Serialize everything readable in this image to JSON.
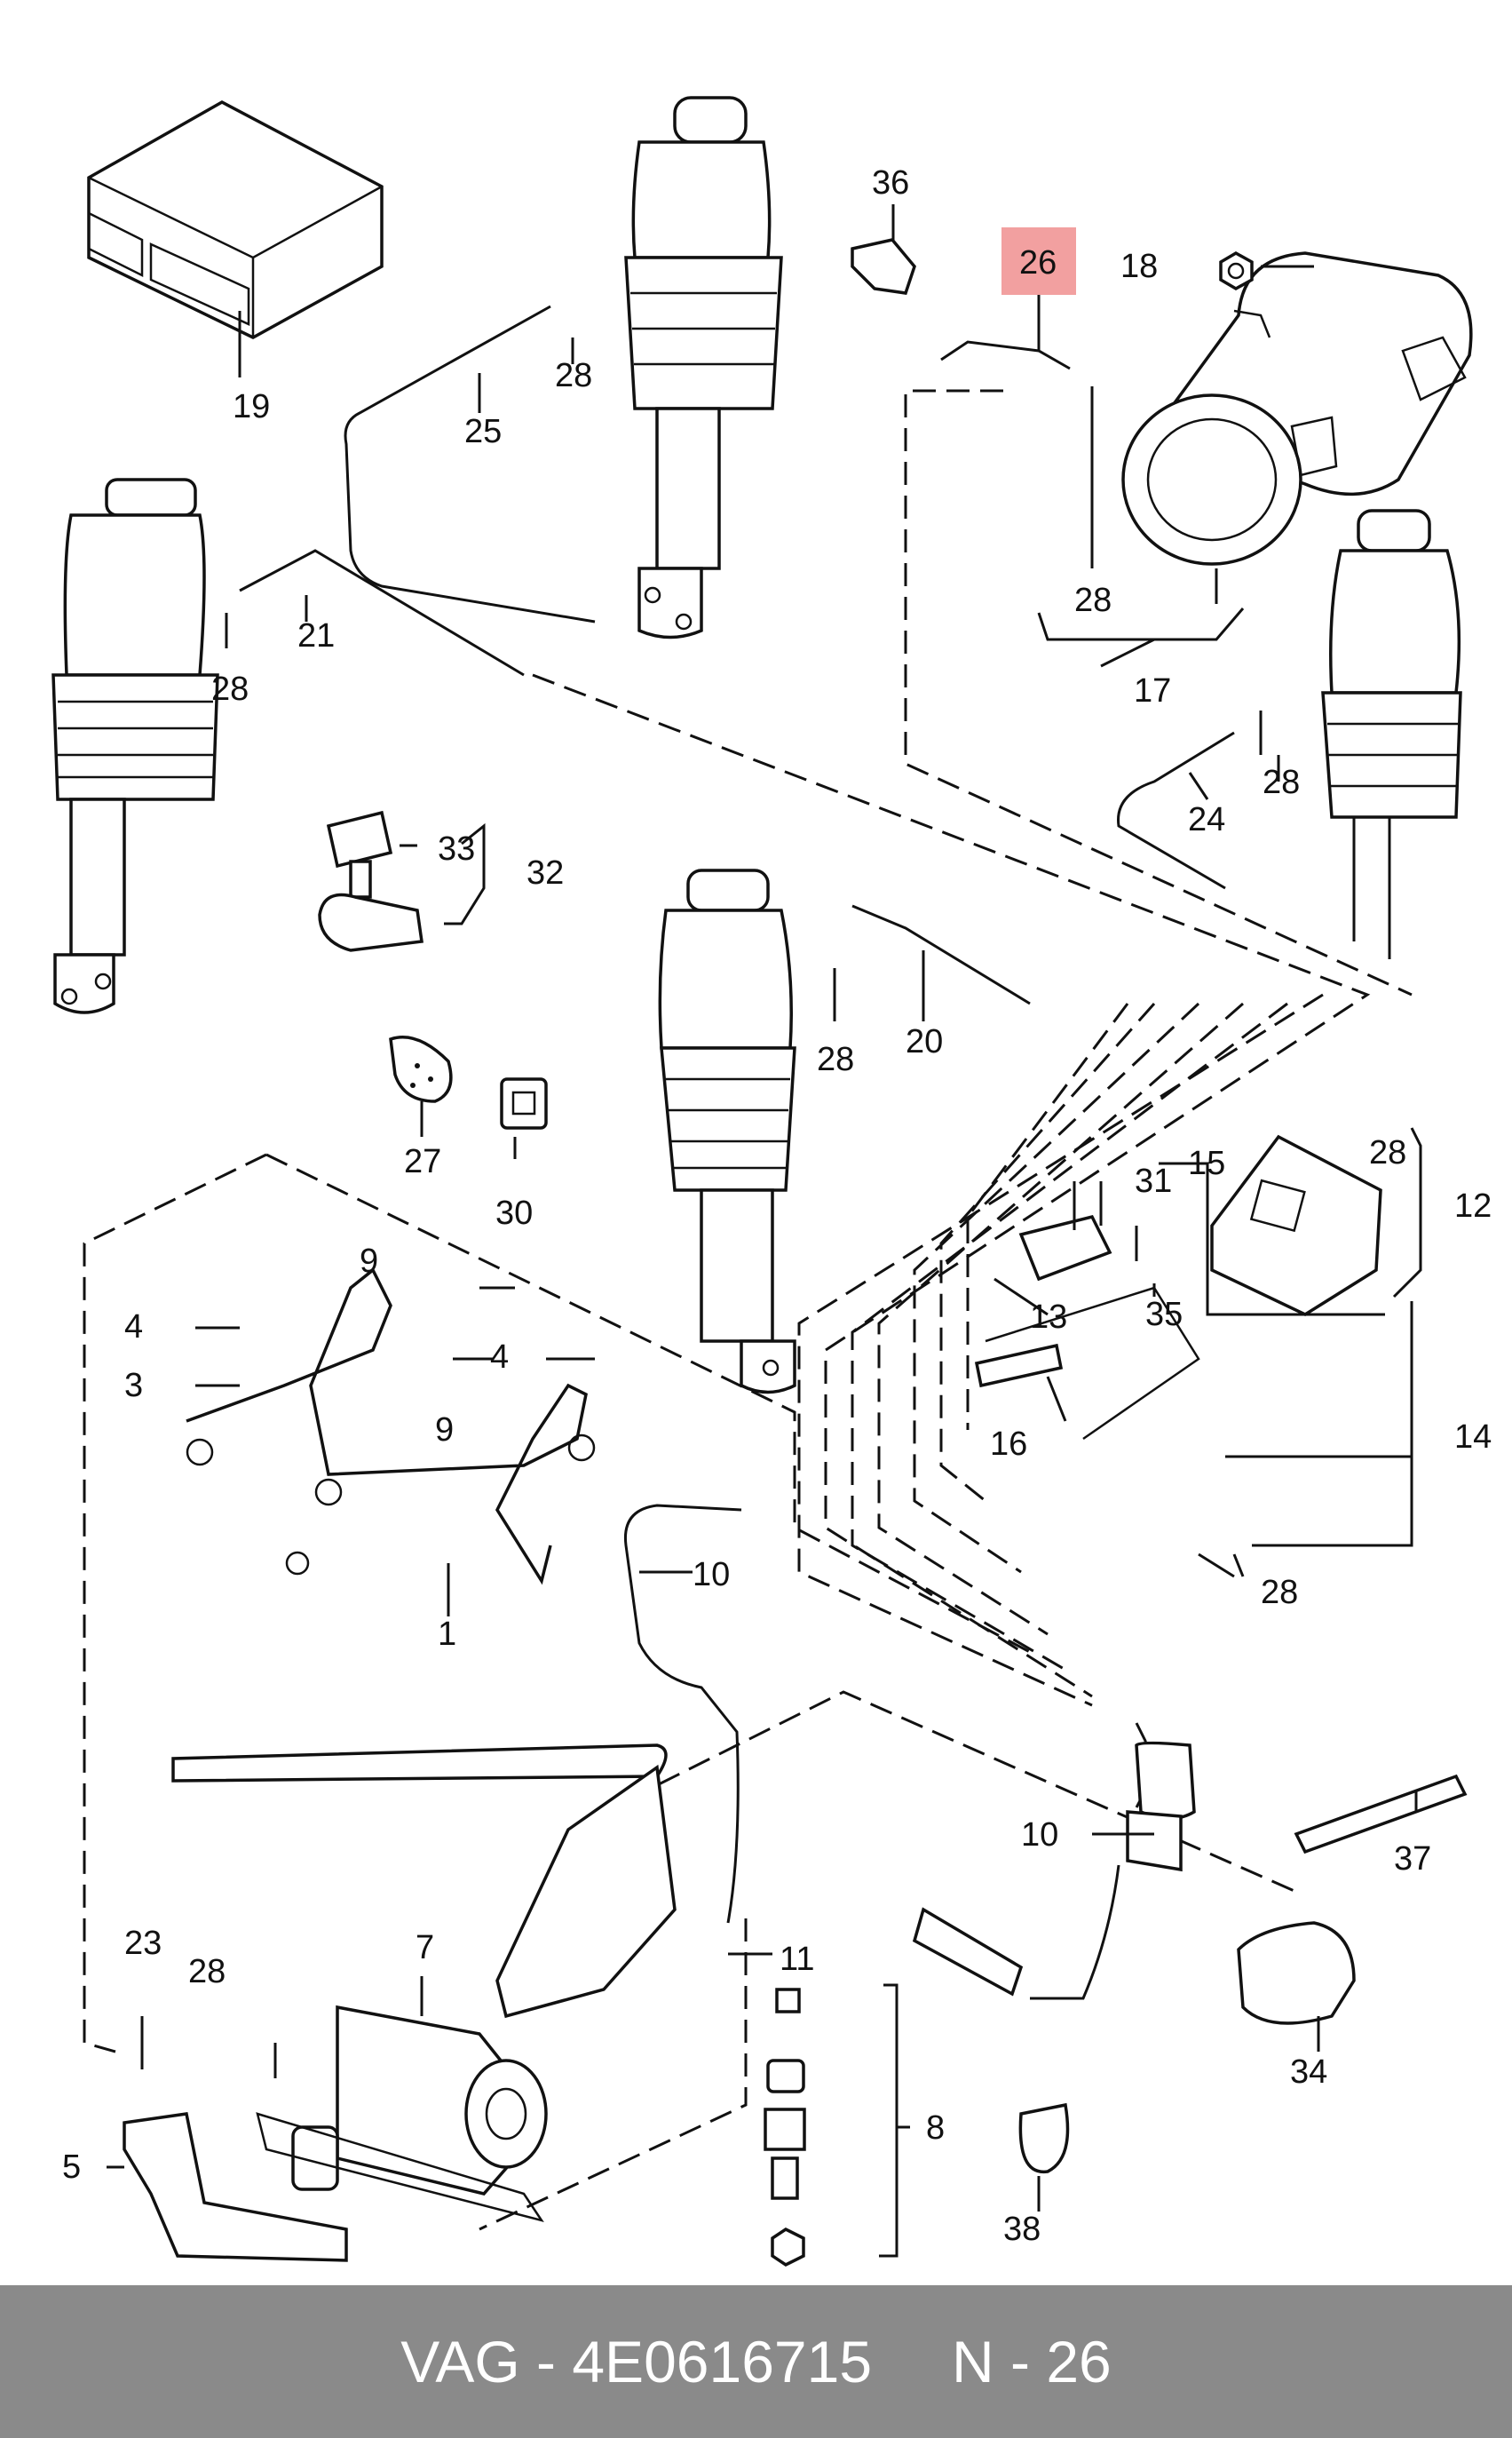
{
  "callouts": [
    {
      "label": "36"
    },
    {
      "label": "26"
    },
    {
      "label": "18"
    },
    {
      "label": "19"
    },
    {
      "label": "28"
    },
    {
      "label": "25"
    },
    {
      "label": "28"
    },
    {
      "label": "17"
    },
    {
      "label": "21"
    },
    {
      "label": "28"
    },
    {
      "label": "24"
    },
    {
      "label": "28"
    },
    {
      "label": "33"
    },
    {
      "label": "32"
    },
    {
      "label": "28"
    },
    {
      "label": "20"
    },
    {
      "label": "27"
    },
    {
      "label": "30"
    },
    {
      "label": "31"
    },
    {
      "label": "15"
    },
    {
      "label": "28"
    },
    {
      "label": "12"
    },
    {
      "label": "4"
    },
    {
      "label": "9"
    },
    {
      "label": "3"
    },
    {
      "label": "4"
    },
    {
      "label": "9"
    },
    {
      "label": "13"
    },
    {
      "label": "35"
    },
    {
      "label": "16"
    },
    {
      "label": "14"
    },
    {
      "label": "10"
    },
    {
      "label": "28"
    },
    {
      "label": "1"
    },
    {
      "label": "10"
    },
    {
      "label": "37"
    },
    {
      "label": "23"
    },
    {
      "label": "7"
    },
    {
      "label": "11"
    },
    {
      "label": "28"
    },
    {
      "label": "34"
    },
    {
      "label": "8"
    },
    {
      "label": "5"
    },
    {
      "label": "38"
    },
    {
      "label": "28"
    }
  ],
  "highlight_color": "#f2a0a0",
  "footer": {
    "brand_part": "VAG - 4E0616715",
    "position": "N - 26",
    "background": "#8a8a8a"
  }
}
